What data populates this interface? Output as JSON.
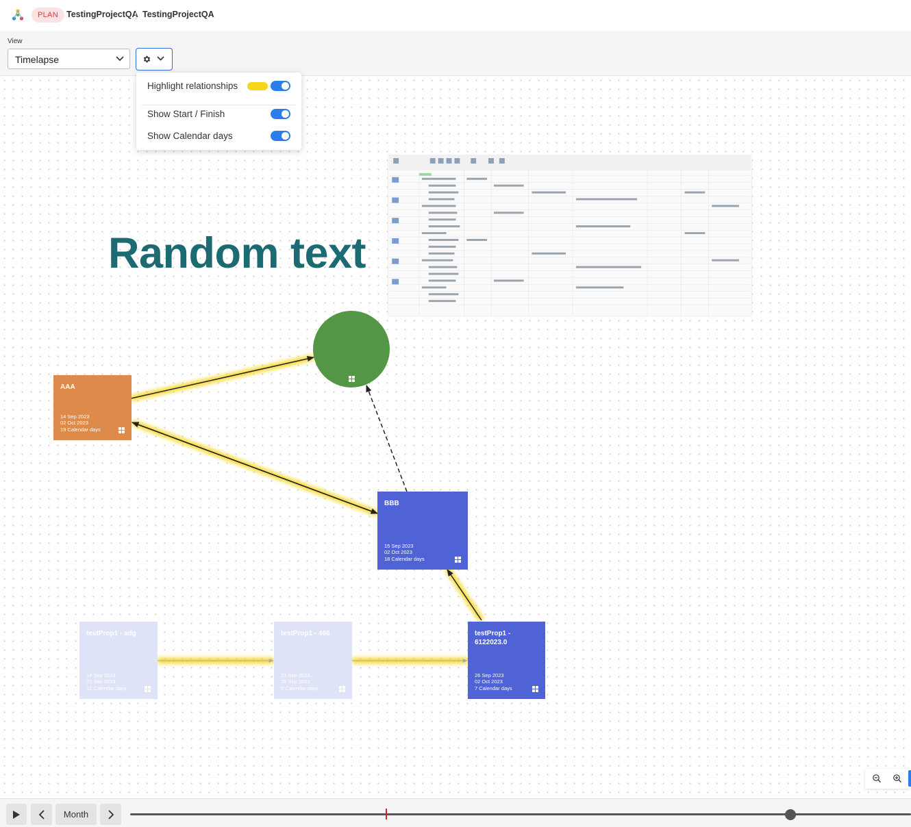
{
  "header": {
    "badge": "PLAN",
    "project_name": "TestingProjectQA",
    "breadcrumb_name": "TestingProjectQA"
  },
  "toolbar": {
    "view_label": "View",
    "view_value": "Timelapse"
  },
  "settings_popup": {
    "highlight_label": "Highlight relationships",
    "highlight_enabled": true,
    "highlight_color": "#f6d51b",
    "start_finish_label": "Show Start / Finish",
    "start_finish_enabled": true,
    "calendar_days_label": "Show Calendar days",
    "calendar_days_enabled": true
  },
  "canvas": {
    "random_text": "Random text",
    "cards": [
      {
        "id": "aaa",
        "title": "AAA",
        "start": "14 Sep 2023",
        "finish": "02 Oct 2023",
        "duration": "19 Calendar days",
        "color": "#dd8a4b",
        "faded": false
      },
      {
        "id": "bbb",
        "title": "BBB",
        "start": "15 Sep 2023",
        "finish": "02 Oct 2023",
        "duration": "18 Calendar days",
        "color": "#4f62d6",
        "faded": false
      },
      {
        "id": "adg",
        "title": "testProp1 - adg",
        "start": "14 Sep 2023",
        "finish": "25 Sep 2023",
        "duration": "12 Calendar days",
        "color": "#dfe3f7",
        "faded": true
      },
      {
        "id": "466",
        "title": "testProp1 - 466",
        "start": "21 Sep 2023",
        "finish": "25 Sep 2023",
        "duration": "5 Calendar days",
        "color": "#dfe3f7",
        "faded": true
      },
      {
        "id": "6122023",
        "title": "testProp1 - 6122023.0",
        "start": "26 Sep 2023",
        "finish": "02 Oct 2023",
        "duration": "7 Calendar days",
        "color": "#4f62d6",
        "faded": false
      }
    ],
    "circle_color": "#539645"
  },
  "bottom_bar": {
    "period_label": "Month"
  }
}
